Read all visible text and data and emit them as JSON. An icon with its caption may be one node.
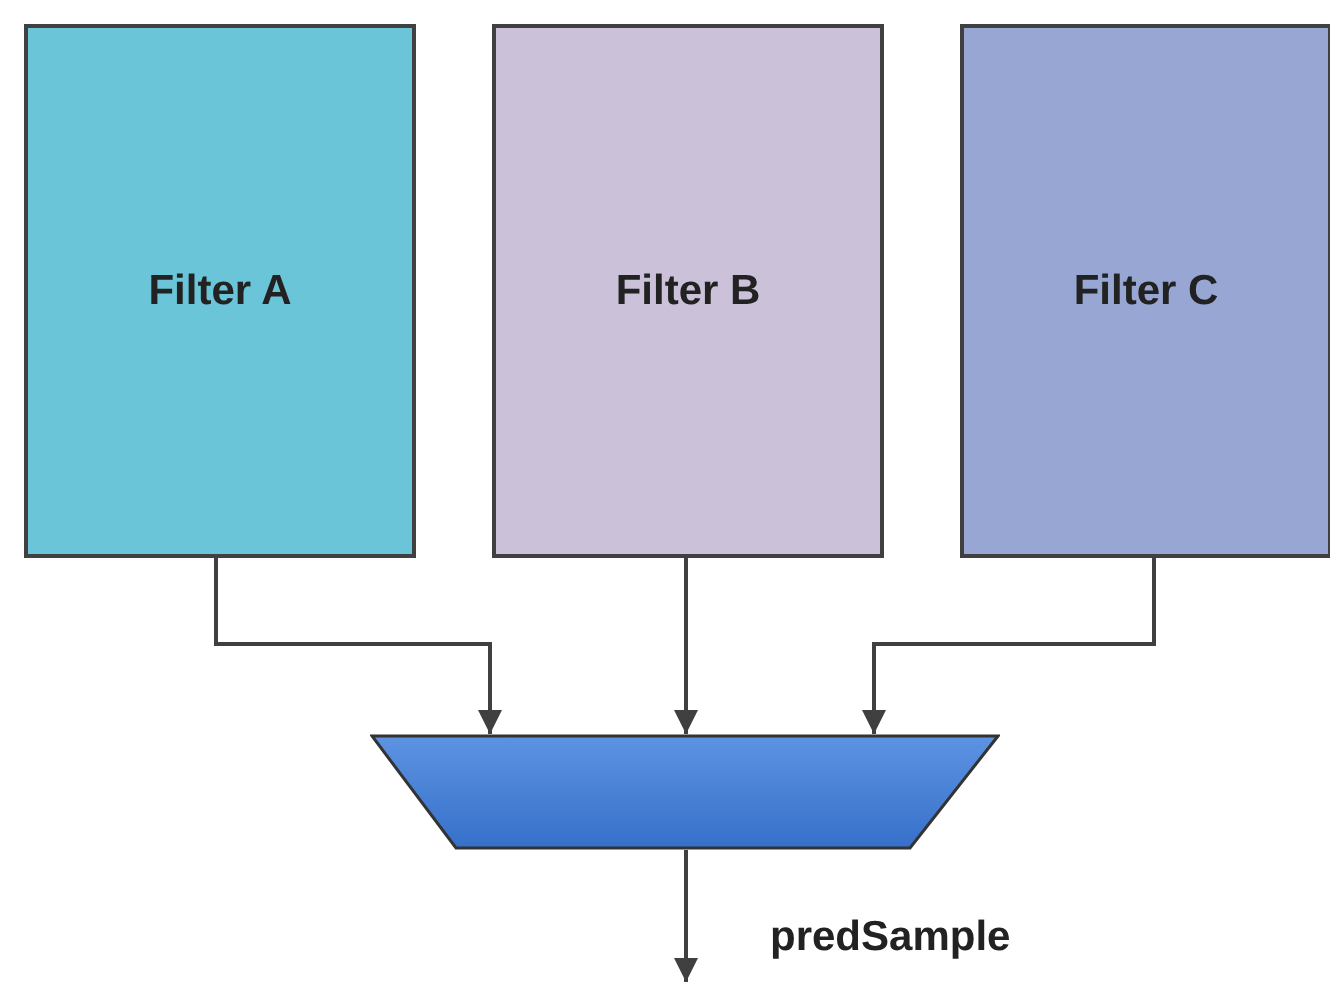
{
  "diagram": {
    "nodes": [
      {
        "text": [
          "Filter A"
        ]
      },
      {
        "text": [
          "Filter B"
        ]
      },
      {
        "text": [
          "Filter C"
        ]
      },
      {
        "text": [],
        "shape": "trapezoid"
      }
    ],
    "edges": [
      {
        "from": 0,
        "to": 3,
        "arrow": "to"
      },
      {
        "from": 1,
        "to": 3,
        "arrow": "to"
      },
      {
        "from": 2,
        "to": 3,
        "arrow": "to"
      },
      {
        "from": 3,
        "to": null,
        "arrow": "to",
        "label": "predSample"
      }
    ]
  }
}
